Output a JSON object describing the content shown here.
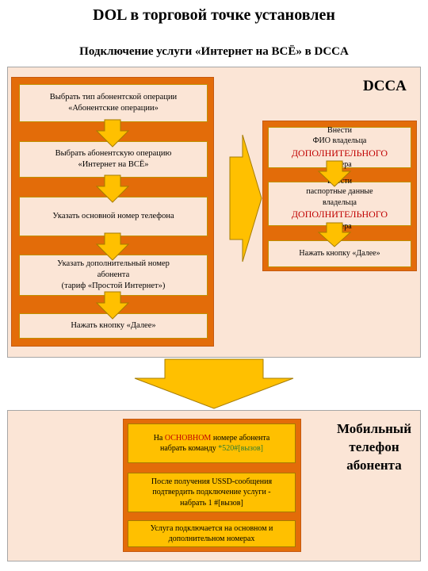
{
  "header": {
    "title": "DOL в торговой точке установлен",
    "subtitle": "Подключение услуги «Интернет на ВСЁ» в DCCA"
  },
  "dol_steps": [
    {
      "lines": [
        "Выбрать тип абонентской операции",
        "«Абонентские операции»"
      ]
    },
    {
      "lines": [
        "Выбрать абонентскую операцию",
        "«Интернет на ВСЁ»"
      ]
    },
    {
      "lines": [
        "Указать основной номер телефона"
      ]
    },
    {
      "lines": [
        "Указать дополнительный номер",
        "абонента",
        "(тариф «Простой Интернет»)"
      ]
    },
    {
      "lines": [
        "Нажать кнопку «Далее»"
      ]
    }
  ],
  "dcca": {
    "label": "DCCA",
    "box1": {
      "line1": "Внести",
      "line2": "ФИО владельца",
      "highlight": "ДОПОЛНИТЕЛЬНОГО",
      "line3": "номера"
    },
    "box2": {
      "line1": "Внести",
      "line2": "паспортные данные",
      "line3": "владельца",
      "highlight": "ДОПОЛНИТЕЛЬНОГО",
      "line4": "номера"
    },
    "box3": {
      "text": "Нажать кнопку «Далее»"
    }
  },
  "mobile": {
    "label_lines": [
      "Мобильный",
      "телефон",
      "абонента"
    ],
    "box1": {
      "pre": "На ",
      "highlight": "ОСНОВНОМ",
      "post": " номере абонента",
      "line2_pre": "набрать команду ",
      "command": "*520#[вызов]"
    },
    "box2": {
      "lines": [
        "После получения USSD-сообщения",
        "подтвердить подключение услуги  -",
        "набрать  1 #[вызов]"
      ]
    },
    "box3": {
      "lines": [
        "Услуга подключается на основном и",
        "дополнительном номерах"
      ]
    }
  },
  "colors": {
    "panel": "#fbe5d6",
    "orange": "#e36c09",
    "gold": "#ffc000",
    "highlight_red": "#c00000",
    "command_green": "#2e7d32"
  }
}
